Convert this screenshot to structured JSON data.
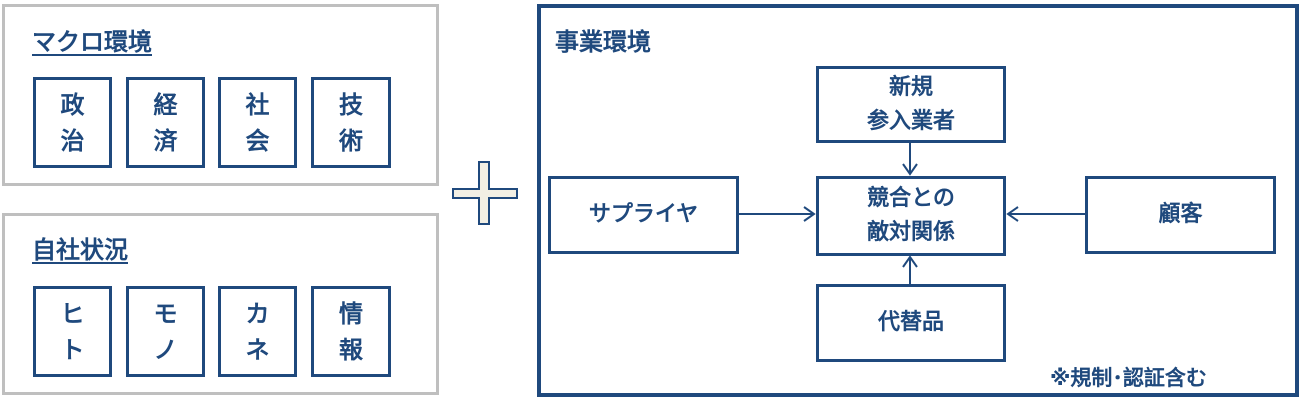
{
  "colors": {
    "navy": "#1f497d",
    "gray_border": "#bfbfbf",
    "plus_fill": "#f2efe4"
  },
  "macro": {
    "title": "マクロ環境",
    "items": [
      [
        "政",
        "治"
      ],
      [
        "経",
        "済"
      ],
      [
        "社",
        "会"
      ],
      [
        "技",
        "術"
      ]
    ]
  },
  "company": {
    "title": "自社状況",
    "items": [
      [
        "ヒ",
        "ト"
      ],
      [
        "モ",
        "ノ"
      ],
      [
        "カ",
        "ネ"
      ],
      [
        "情",
        "報"
      ]
    ]
  },
  "plus_icon": "plus-icon",
  "business": {
    "title": "事業環境",
    "new_entrants": [
      "新規",
      "参入業者"
    ],
    "rivalry": [
      "競合との",
      "敵対関係"
    ],
    "suppliers": "サプライヤ",
    "customers": "顧客",
    "substitutes": "代替品",
    "note": "※規制･認証含む"
  }
}
